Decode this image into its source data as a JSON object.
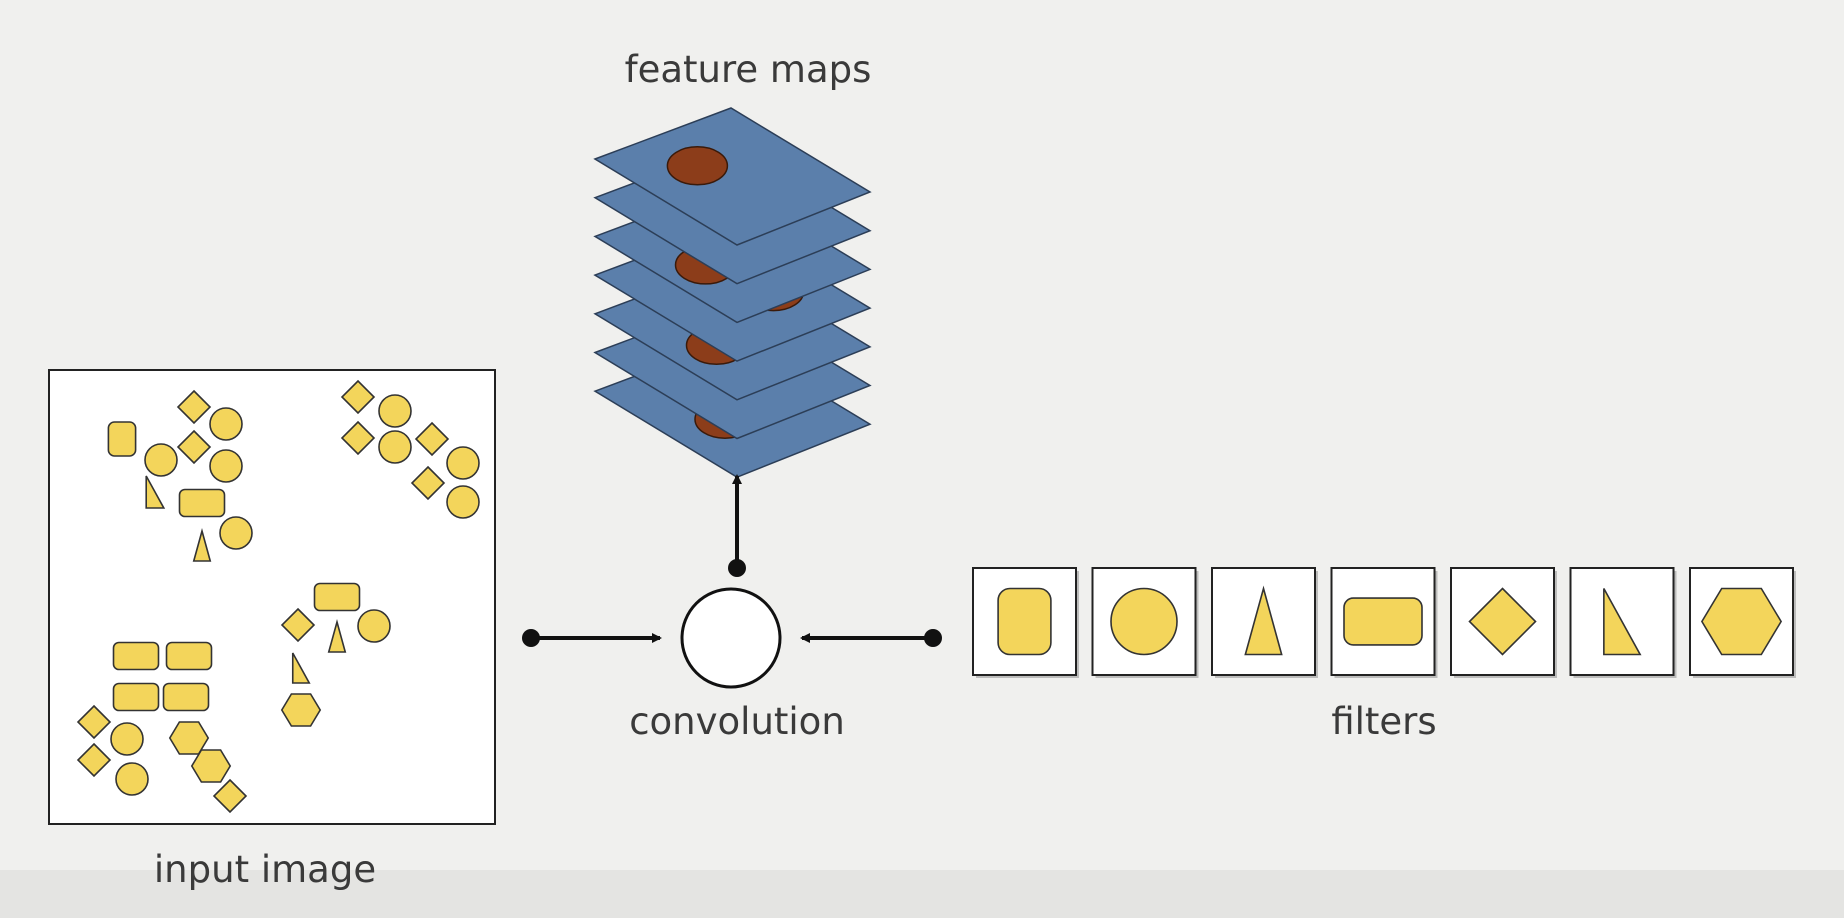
{
  "labels": {
    "feature_maps": "feature maps",
    "convolution": "convolution",
    "filters": "filters",
    "input_image": "input image"
  },
  "colors": {
    "background": "#f0f0ee",
    "shape_fill": "#f3d55b",
    "feature_map": "#5b7fab",
    "activation": "#8c3d1a",
    "outline": "#333333"
  },
  "filters": [
    "rounded-square-icon",
    "circle-icon",
    "triangle-icon",
    "rounded-rectangle-icon",
    "diamond-icon",
    "right-triangle-icon",
    "hexagon-icon"
  ],
  "feature_map_count": 7
}
